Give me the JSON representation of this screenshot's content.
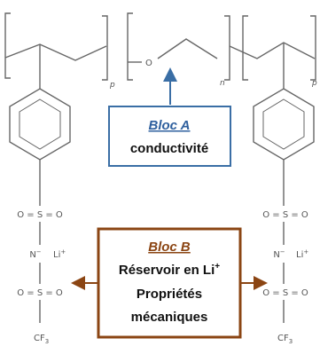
{
  "chemistry": {
    "repeat_p": "p",
    "repeat_n": "n",
    "oxygen": "O",
    "sulfonyl": "O = S = O",
    "nitrogen": "N",
    "lithium": "Li",
    "lithium_charge": "+",
    "cf3": "CF",
    "cf3_sub": "3"
  },
  "bloc_a": {
    "title": "Bloc A",
    "line1": "conductivité",
    "border_color": "#3a6ea5",
    "title_color": "#2e5f9e"
  },
  "bloc_b": {
    "title": "Bloc B",
    "line1": "Réservoir en Li",
    "line1_sup": "+",
    "line2": "Propriétés",
    "line3": "mécaniques",
    "border_color": "#8b4513",
    "title_color": "#8b4513"
  }
}
